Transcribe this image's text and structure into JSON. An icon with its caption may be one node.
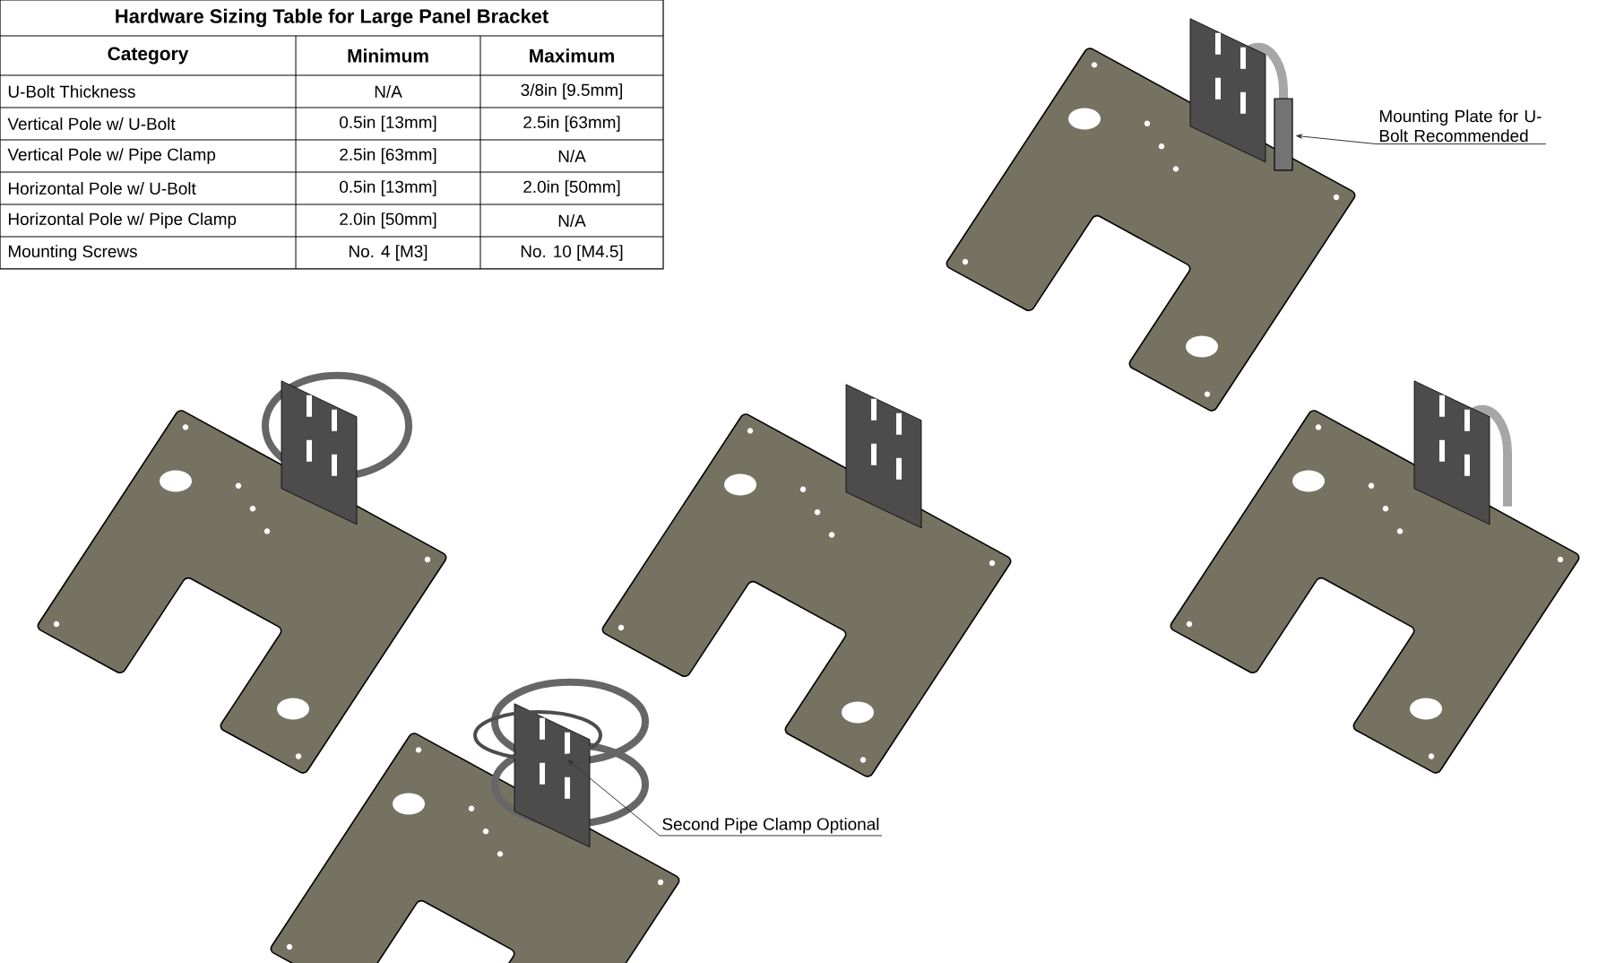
{
  "diagram": {
    "nodes": [
      {
        "text": [
          "Mounting Plate for U-Bolt Recommended"
        ]
      },
      {
        "text": [],
        "shape": "box"
      },
      {
        "text": [
          "Second Pipe Clamp Optional"
        ]
      },
      {
        "text": [],
        "shape": "circle"
      }
    ],
    "edges": [
      {
        "from": 0,
        "to": 1,
        "arrow": "to"
      },
      {
        "from": 2,
        "to": 3,
        "arrow": "to"
      }
    ],
    "labels": [
      "Hardware Sizing Table for Large Panel Bracket",
      "Category",
      "Minimum",
      "Maximum",
      "U-Bolt Thickness",
      "N/A",
      "3/8in [9.5mm]",
      "Vertical Pole w/ U-Bolt",
      "0.5in [13mm]",
      "2.5in [63mm]",
      "Vertical Pole w/ Pipe Clamp",
      "2.5in [63mm]",
      "N/A",
      "Horizontal Pole w/ U-Bolt",
      "0.5in [13mm]",
      "2.0in [50mm]",
      "Horizontal Pole w/ Pipe Clamp",
      "2.0in [50mm]",
      "N/A",
      "Mounting Screws",
      "No. 4 [M3]",
      "No. 10 [M4.5]"
    ]
  }
}
